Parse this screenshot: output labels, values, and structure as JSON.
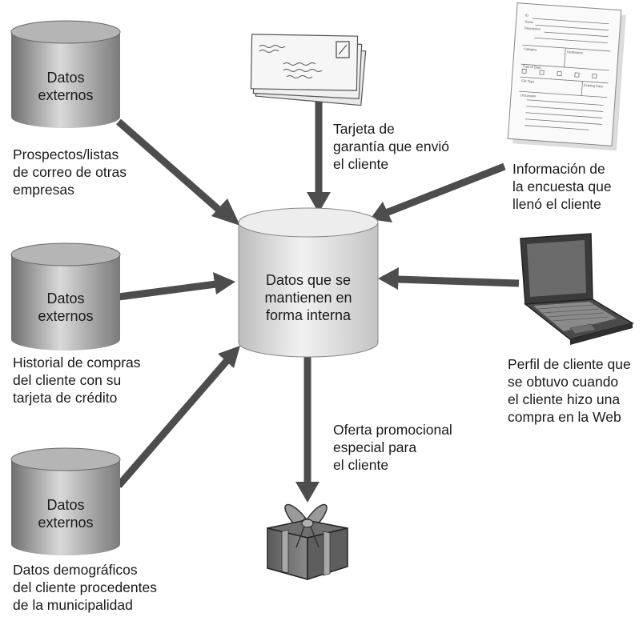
{
  "colors": {
    "arrow": "#4d4d4d",
    "cylinder_dark": "#8c8c8c",
    "cylinder_light": "#d9d9d9",
    "center_cylinder": "#e6e6e6",
    "text": "#1a1a1a"
  },
  "external_sources": [
    {
      "cylinder_text": "Datos\nexternos",
      "caption": "Prospectos/listas\nde correo de otras\nempresas"
    },
    {
      "cylinder_text": "Datos\nexternos",
      "caption": "Historial de compras\ndel cliente con su\ntarjeta de crédito"
    },
    {
      "cylinder_text": "Datos\nexternos",
      "caption": "Datos demográficos\ndel cliente procedentes\nde la municipalidad"
    }
  ],
  "center": {
    "text": "Datos que se\nmantienen en\nforma interna"
  },
  "warranty_card": {
    "caption": "Tarjeta de\ngarantía que envió\nel cliente",
    "icon": "envelope-stack-icon"
  },
  "survey": {
    "caption": "Información de\nla encuesta que\nllenó el cliente",
    "icon": "survey-form-icon",
    "form_labels": [
      "ID",
      "Name",
      "Description",
      "Category",
      "Destination",
      "Type of Data",
      "File Type",
      "Existing Data",
      "Discussion"
    ]
  },
  "web_profile": {
    "caption": "Perfil de cliente que\nse obtuvo cuando\nel cliente hizo una\ncompra en la Web",
    "icon": "laptop-icon"
  },
  "promo": {
    "caption": "Oferta promocional\nespecial para\nel cliente",
    "icon": "gift-box-icon"
  }
}
